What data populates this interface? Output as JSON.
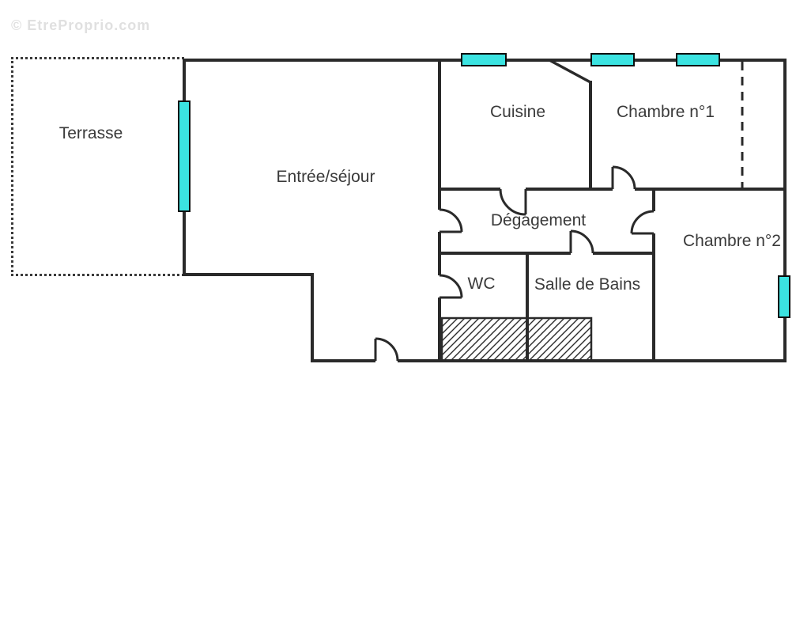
{
  "watermark": {
    "text": "© EtreProprio.com"
  },
  "rooms": {
    "terrasse": {
      "label": "Terrasse"
    },
    "sejour": {
      "label": "Entrée/séjour"
    },
    "cuisine": {
      "label": "Cuisine"
    },
    "chambre1": {
      "label": "Chambre n°1"
    },
    "degagement": {
      "label": "Dégagement"
    },
    "chambre2": {
      "label": "Chambre n°2"
    },
    "wc": {
      "label": "WC"
    },
    "sdb": {
      "label": "Salle de Bains"
    }
  },
  "colors": {
    "wall": "#2a2a2a",
    "window_fill": "#3be3e1",
    "window_border": "#0d0d0d",
    "label_text": "#3a3a3a",
    "watermark_text": "#e0e0e0",
    "background": "#ffffff"
  }
}
